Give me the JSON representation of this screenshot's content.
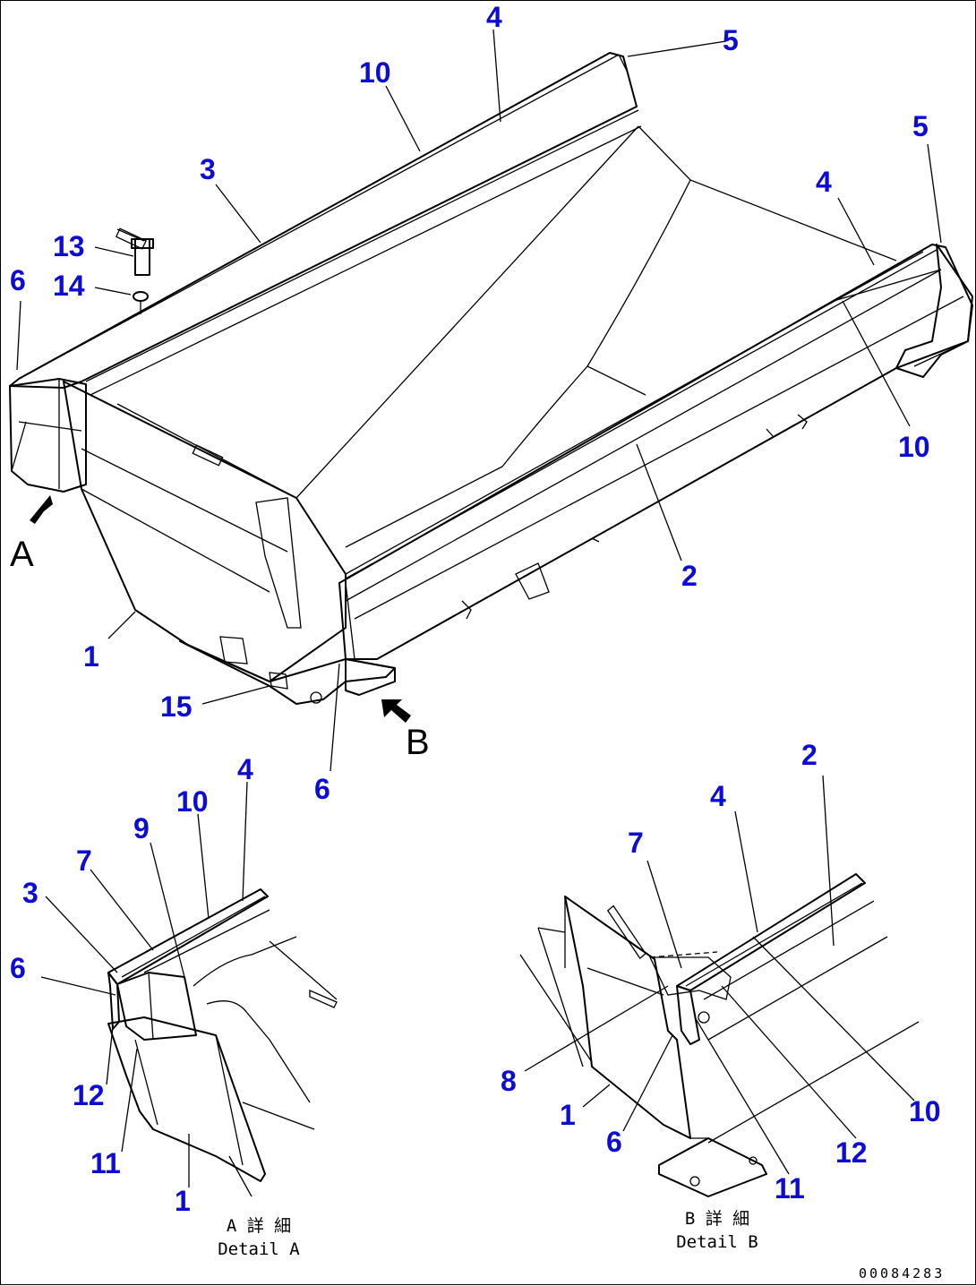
{
  "main_view": {
    "callouts": {
      "c5a": "5",
      "c4a": "4",
      "c10a": "10",
      "c3": "3",
      "c13": "13",
      "c14": "14",
      "c6a": "6",
      "c5b": "5",
      "c4b": "4",
      "c10b": "10",
      "c2": "2",
      "c1": "1",
      "c15": "15",
      "c6b": "6"
    },
    "view_arrows": {
      "a": "A",
      "b": "B"
    }
  },
  "detail_a": {
    "callouts": {
      "c4": "4",
      "c10": "10",
      "c9": "9",
      "c7": "7",
      "c3": "3",
      "c6": "6",
      "c12": "12",
      "c11": "11",
      "c1": "1"
    },
    "caption_jp": "A 詳 細",
    "caption_en": "Detail A"
  },
  "detail_b": {
    "callouts": {
      "c2": "2",
      "c4": "4",
      "c7": "7",
      "c8": "8",
      "c1": "1",
      "c6": "6",
      "c10": "10",
      "c12": "12",
      "c11": "11"
    },
    "caption_jp": "B 詳 細",
    "caption_en": "Detail B"
  },
  "document_id": "00084283",
  "colors": {
    "callout": "#0c0cd6",
    "line": "#000000",
    "background": "#ffffff"
  }
}
